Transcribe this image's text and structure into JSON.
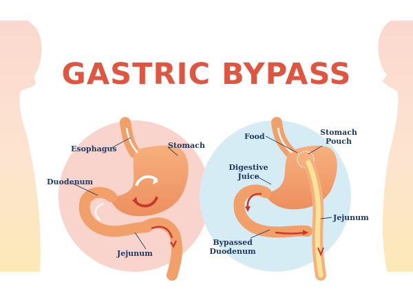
{
  "title": "GASTRIC BYPASS",
  "left_diagram": {
    "labels": {
      "esophagus": "Esophagus",
      "stomach": "Stomach",
      "duodenum": "Duodenum",
      "jejunum": "Jejunum"
    }
  },
  "right_diagram": {
    "labels": {
      "food": "Food",
      "stomach_pouch_1": "Stomach",
      "stomach_pouch_2": "Pouch",
      "digestive_juice_1": "Digestive",
      "digestive_juice_2": "Juice",
      "jejunum": "Jejunum",
      "bypassed_duodenum_1": "Bypassed",
      "bypassed_duodenum_2": "Duodenum"
    }
  },
  "colors": {
    "title": "#e0553f",
    "label": "#1f3a60",
    "left_circle": "#f8d4cc",
    "right_circle": "#d6ecf5",
    "organ": "#f2a06a",
    "arrow": "#c9392b",
    "food_path": "#fbe49a"
  }
}
